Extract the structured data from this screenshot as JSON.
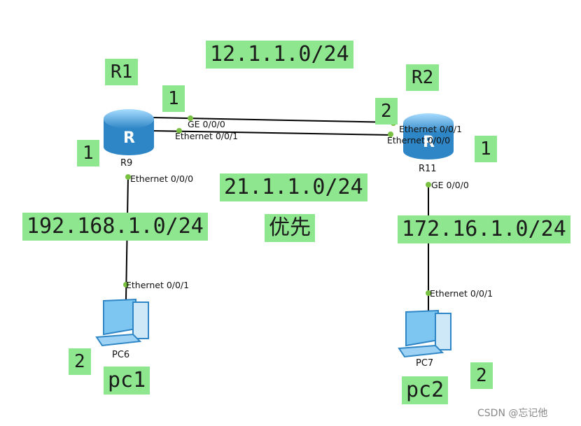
{
  "networks": {
    "r1_r2_top": "12.1.1.0/24",
    "r1_r2_bottom": "21.1.1.0/24",
    "left_lan": "192.168.1.0/24",
    "right_lan": "172.16.1.0/24"
  },
  "annotations": {
    "r1_label": "R1",
    "r2_label": "R2",
    "r1_ge_cost": "1",
    "r1_eth_cost": "1",
    "r2_eth1_cost": "2",
    "r2_ge_cost": "1",
    "priority": "优先",
    "pc6_cost": "2",
    "pc7_cost": "2",
    "pc1_label": "pc1",
    "pc2_label": "pc2"
  },
  "devices": {
    "r9": "R9",
    "r11": "R11",
    "pc6": "PC6",
    "pc7": "PC7"
  },
  "ports": {
    "r9_ge000": "GE 0/0/0",
    "r9_eth001": "Ethernet 0/0/1",
    "r9_eth000": "Ethernet 0/0/0",
    "r11_eth001": "Ethernet 0/0/1",
    "r11_eth000": "Ethernet 0/0/0",
    "r11_ge000": "GE 0/0/0",
    "pc6_eth001": "Ethernet 0/0/1",
    "pc7_eth001": "Ethernet 0/0/1"
  },
  "watermark": "CSDN @忘记他",
  "colors": {
    "label_bg": "#8ee68e",
    "link_dot": "#7ac143",
    "router": "#4aa8e0",
    "pc": "#6fb8e8"
  }
}
